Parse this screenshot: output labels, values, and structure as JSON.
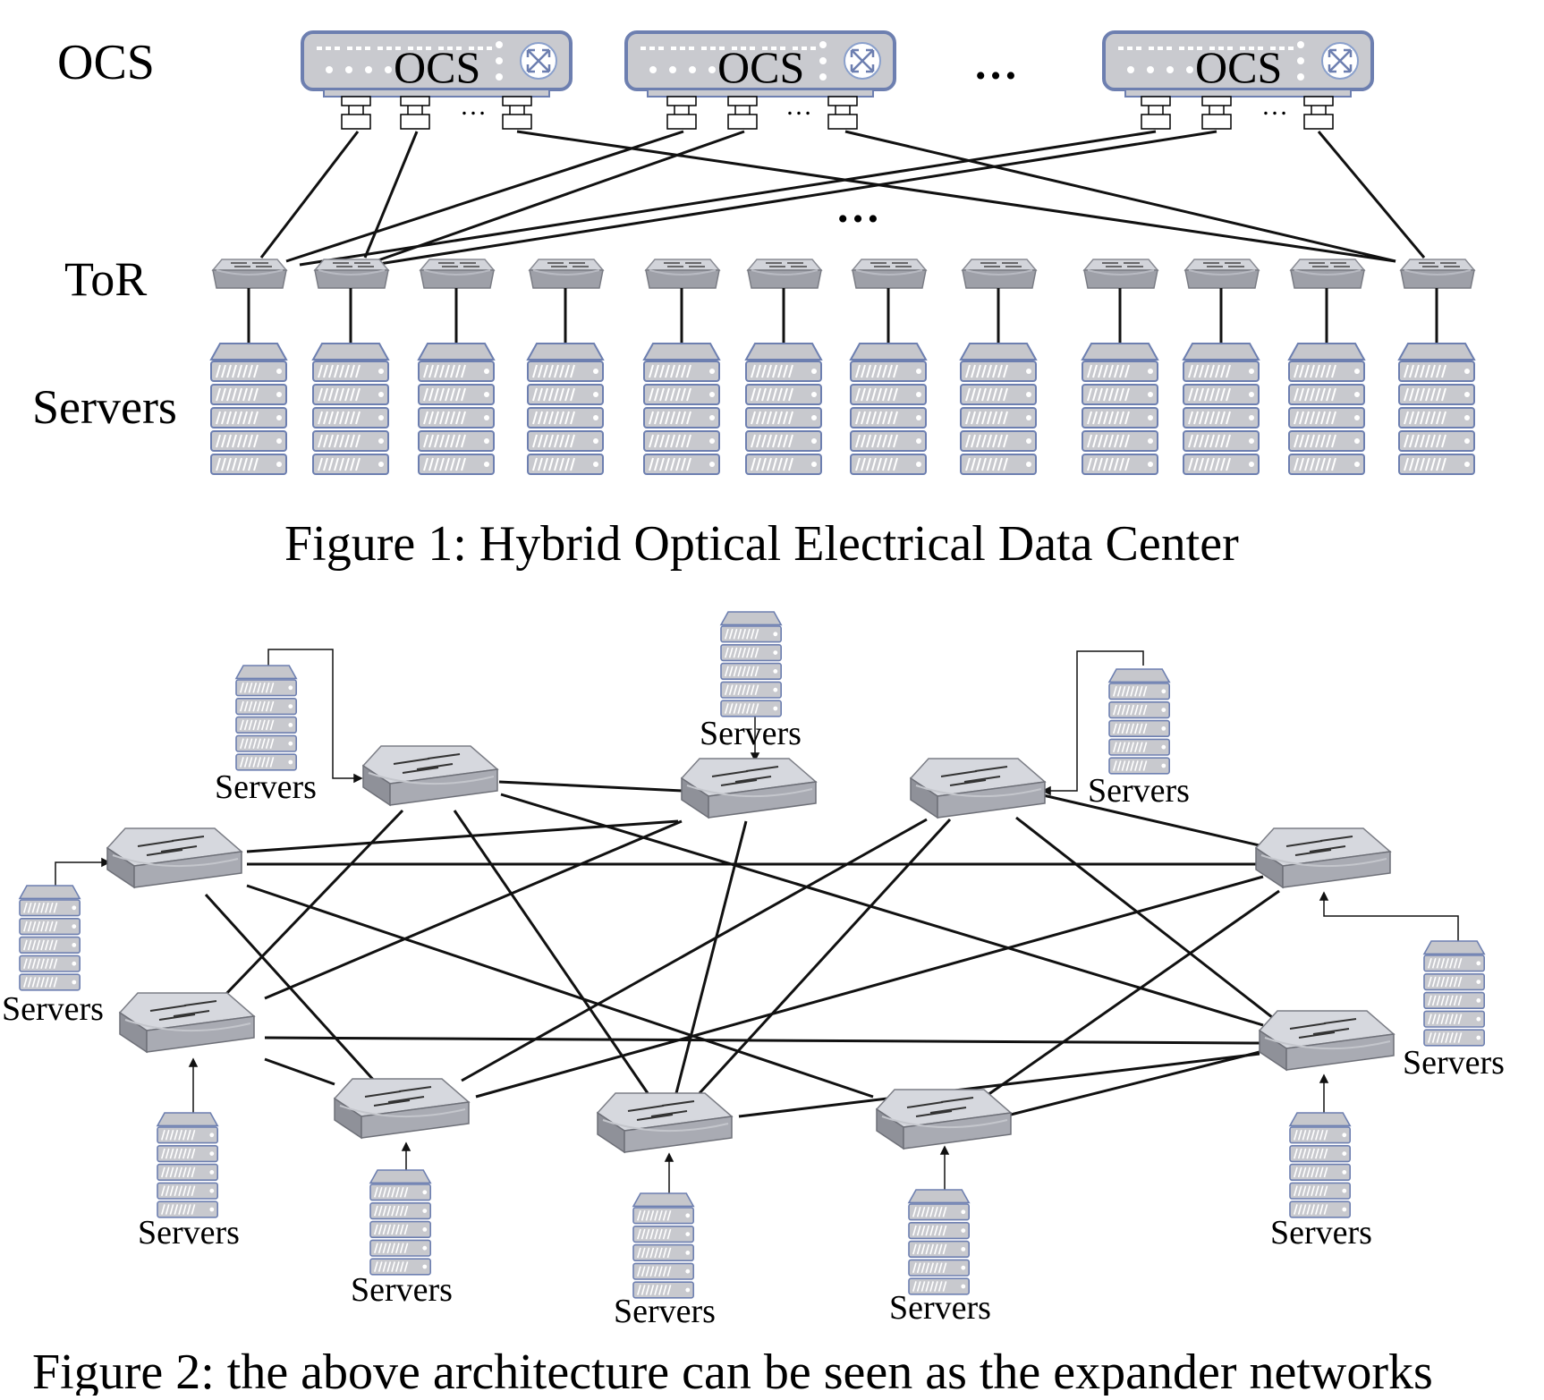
{
  "figure1": {
    "tier_labels": {
      "ocs": "OCS",
      "tor": "ToR",
      "servers": "Servers"
    },
    "ocs_switches": [
      {
        "label": "OCS"
      },
      {
        "label": "OCS"
      },
      {
        "label": "OCS"
      }
    ],
    "ellipsis": "…",
    "tor_count": 12,
    "server_rack_count": 12,
    "caption": "Figure 1: Hybrid Optical Electrical Data Center"
  },
  "figure2": {
    "switch_count": 10,
    "server_label": "Servers",
    "caption": "Figure 2: the above architecture can be seen as the expander networks"
  },
  "colors": {
    "device_fill": "#c8c8cc",
    "device_stroke": "#6d7fb0",
    "switch_top": "#d4d6dc",
    "switch_side": "#8e9098",
    "line": "#111111"
  }
}
